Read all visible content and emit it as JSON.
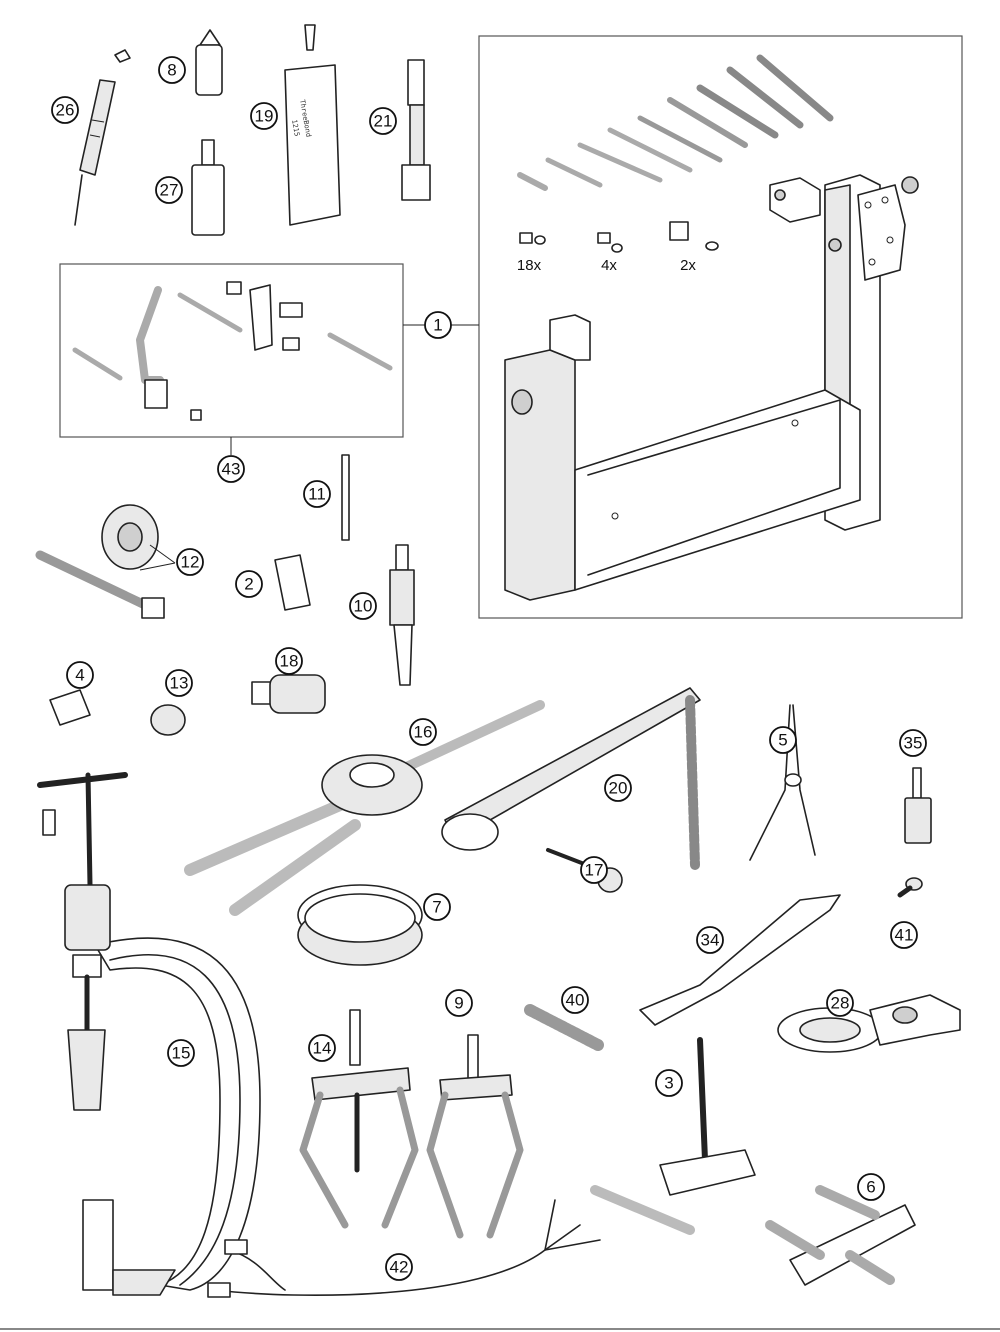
{
  "callouts": {
    "c1": "1",
    "c2": "2",
    "c3": "3",
    "c4": "4",
    "c5": "5",
    "c6": "6",
    "c7": "7",
    "c8": "8",
    "c9": "9",
    "c10": "10",
    "c11": "11",
    "c12": "12",
    "c13": "13",
    "c14": "14",
    "c15": "15",
    "c16": "16",
    "c17": "17",
    "c18": "18",
    "c19": "19",
    "c20": "20",
    "c21": "21",
    "c26": "26",
    "c27": "27",
    "c28": "28",
    "c34": "34",
    "c35": "35",
    "c40": "40",
    "c41": "41",
    "c42": "42",
    "c43": "43"
  },
  "quantities": {
    "nuts": "18x",
    "washers": "4x",
    "plates": "2x"
  },
  "tube_labels": {
    "brand": "ThreeBond",
    "code": "1215"
  }
}
